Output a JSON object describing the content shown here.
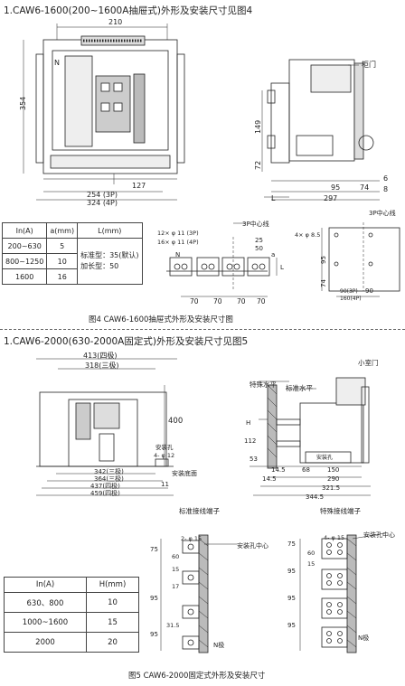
{
  "section1": {
    "title": "1.CAW6-1600(200~1600A抽屉式)外形及安装尺寸见图4",
    "front": {
      "dim_top": "210",
      "dim_left": "354",
      "label_n": "N",
      "dim_127": "127",
      "dim_bottom_3p": "254 (3P)",
      "dim_bottom_4p": "324 (4P)"
    },
    "side": {
      "label_door": "柜门",
      "dim_149": "149",
      "dim_72": "72",
      "dim_95": "95",
      "dim_74": "74",
      "dim_6": "6",
      "dim_8": "8",
      "dim_297": "297",
      "label_l": "L"
    },
    "table": {
      "headers": [
        "In(A)",
        "a(mm)",
        "L(mm)"
      ],
      "rows": [
        {
          "in": "200~630",
          "a": "5"
        },
        {
          "in": "800~1250",
          "a": "10"
        },
        {
          "in": "1600",
          "a": "16"
        }
      ],
      "l_text_1": "标准型：35(默认)",
      "l_text_2": "加长型：50"
    },
    "terminal": {
      "hole_3p": "12× φ 11 (3P)",
      "hole_4p": "16× φ 11 (4P)",
      "center_line": "3P中心线",
      "label_n": "N",
      "dim_25": "25",
      "dim_50": "50",
      "dim_a": "a",
      "dim_l": "L",
      "pitch": [
        "70",
        "70",
        "70",
        "70"
      ]
    },
    "mount": {
      "holes": "4× φ 8.5",
      "center_line": "3P中心线",
      "dim_95": "95",
      "dim_74": "74",
      "dim_90_3p": "90(3P)",
      "dim_160_4p": "160(4P)",
      "dim_90": "90"
    },
    "caption": "图4  CAW6-1600抽屉式外形及安装尺寸图"
  },
  "section2": {
    "title": "1.CAW6-2000(630-2000A固定式)外形及安装尺寸见图5",
    "front": {
      "dim_413": "413(四极)",
      "dim_318": "318(三极)",
      "dim_400": "400",
      "mount_hole_1": "安装孔",
      "mount_hole_2": "4- φ 12",
      "mount_base": "安装底面",
      "dim_342": "342(三极)",
      "dim_364": "364(三极)",
      "dim_437": "437(四极)",
      "dim_459": "459(四极)",
      "dim_11": "11"
    },
    "side": {
      "label_small_door": "小室门",
      "label_special": "特殊水平",
      "label_standard": "标准水平",
      "dim_h": "H",
      "dim_112": "112",
      "dim_53": "53",
      "dim_14_5a": "14.5",
      "dim_68": "68",
      "dim_150": "150",
      "dim_290": "290",
      "dim_321_5": "321.5",
      "dim_344_5": "344.5",
      "dim_14_5b": "14.5",
      "mount_hole": "安装孔"
    },
    "terminal_std": {
      "title": "标准接线端子",
      "holes": "2- φ 15",
      "center": "安装孔中心",
      "dims": [
        "75",
        "60",
        "15",
        "17",
        "95",
        "31.5",
        "95"
      ],
      "label_n": "N极"
    },
    "terminal_spc": {
      "title": "特殊接线端子",
      "holes": "4- φ 15",
      "center": "安装孔中心",
      "dims": [
        "75",
        "60",
        "15",
        "95",
        "95",
        "95"
      ],
      "label_n": "N极"
    },
    "table": {
      "headers": [
        "In(A)",
        "H(mm)"
      ],
      "rows": [
        {
          "in": "630、800",
          "h": "10"
        },
        {
          "in": "1000~1600",
          "h": "15"
        },
        {
          "in": "2000",
          "h": "20"
        }
      ]
    },
    "caption": "图5  CAW6-2000固定式外形及安装尺寸"
  }
}
